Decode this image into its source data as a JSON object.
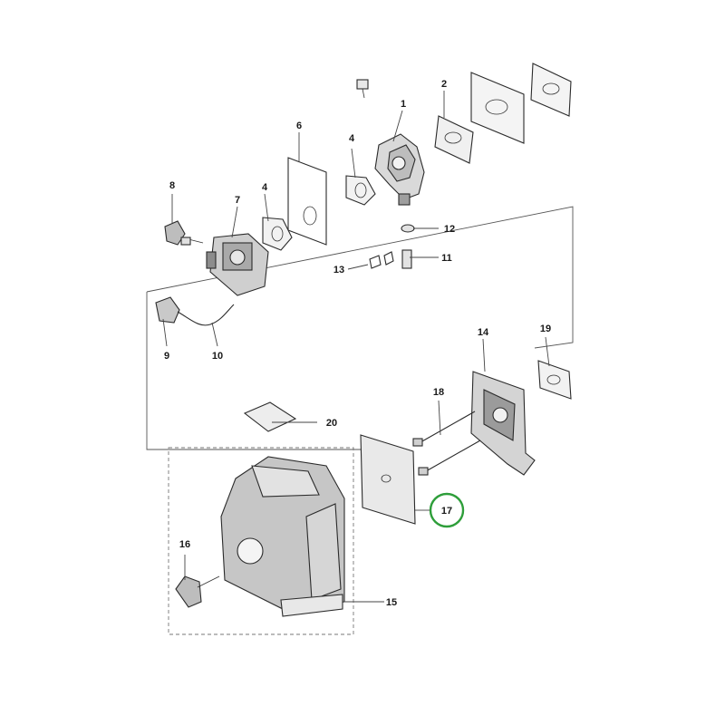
{
  "highlight_color": "#2e9e3a",
  "highlighted_part": "17",
  "callouts": {
    "c1": "1",
    "c2": "2",
    "c4a": "4",
    "c4b": "4",
    "c6": "6",
    "c7": "7",
    "c8": "8",
    "c9": "9",
    "c10": "10",
    "c11": "11",
    "c12": "12",
    "c13": "13",
    "c14": "14",
    "c15": "15",
    "c16": "16",
    "c17": "17",
    "c18": "18",
    "c19": "19",
    "c20": "20"
  }
}
